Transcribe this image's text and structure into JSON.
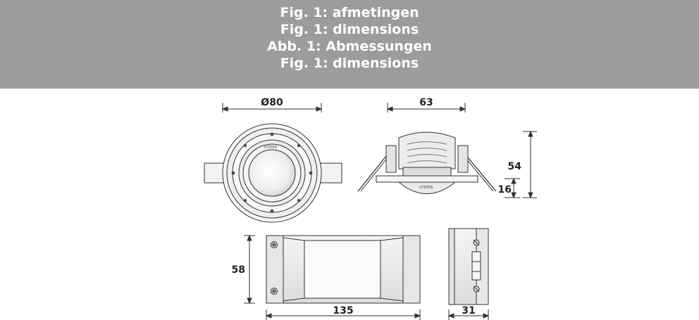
{
  "header": {
    "lines": [
      "Fig. 1: afmetingen",
      "Fig. 1: dimensions",
      "Abb. 1: Abmessungen",
      "Fig. 1: dimensions"
    ]
  },
  "dimensions": {
    "diameter": "Ø80",
    "top_width": "63",
    "height": "54",
    "flange": "16",
    "box_height": "58",
    "box_length": "135",
    "box_depth": "31"
  },
  "marks": {
    "logo_top": "STEPEN",
    "logo_side": "STEPEN"
  }
}
